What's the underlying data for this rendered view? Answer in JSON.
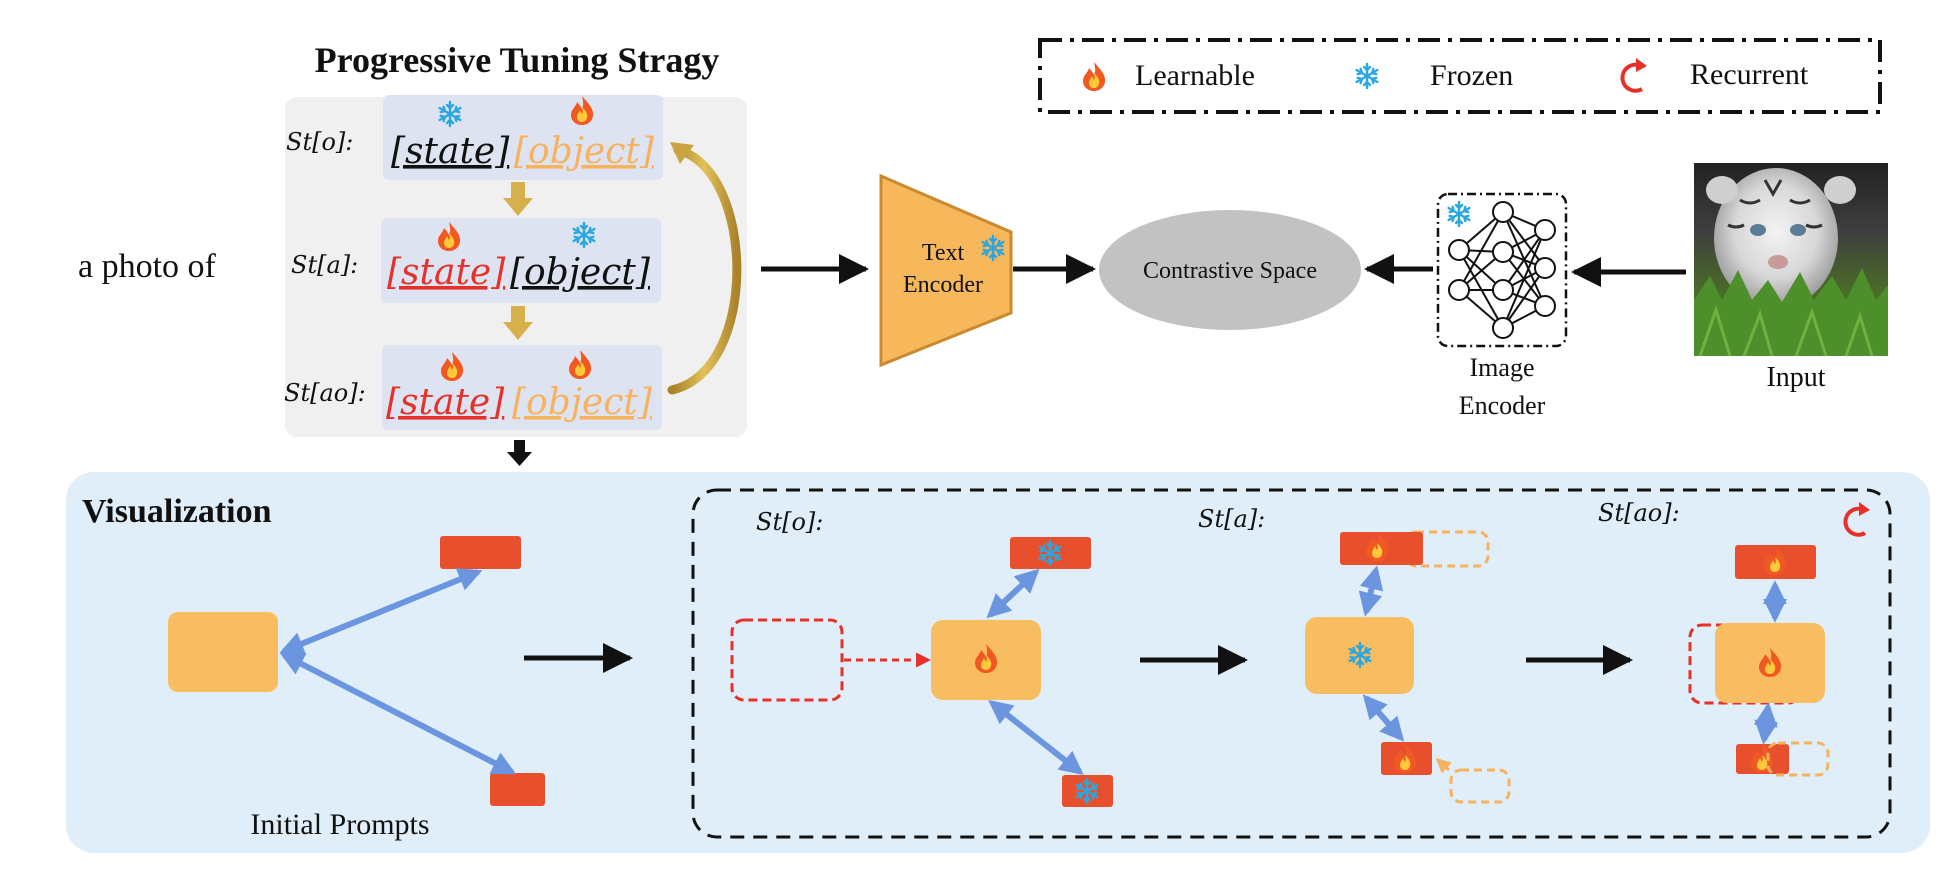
{
  "title": "Progressive Tuning Stragy",
  "legend": {
    "learnable": "Learnable",
    "frozen": "Frozen",
    "recurrent": "Recurrent"
  },
  "prefix": "a photo of",
  "prompts": {
    "rows": [
      {
        "label": "St[o]:",
        "state": "[state]",
        "object": "[object]"
      },
      {
        "label": "St[a]:",
        "state": "[state]",
        "object": "[object]"
      },
      {
        "label": "St[ao]:",
        "state": "[state]",
        "object": "[object]"
      }
    ]
  },
  "text_encoder": {
    "line1": "Text",
    "line2": "Encoder"
  },
  "contrastive_space": "Contrastive Space",
  "image_encoder": {
    "line1": "Image",
    "line2": "Encoder"
  },
  "input_label": "Input",
  "visualization": {
    "title": "Visualization",
    "initial_prompts": "Initial Prompts",
    "stage_labels": [
      "St[o]:",
      "St[a]:",
      "St[ao]:"
    ]
  },
  "colors": {
    "learnable_red": "#e6312b",
    "object_orange": "#f6b25e",
    "token_red": "#e8502d",
    "arrow_blue": "#6c95e0",
    "snowflake": "#2aa6e0",
    "panel_gray": "#f0f0f0",
    "row_bg": "#dde3f0",
    "viz_bg": "#dfeef8",
    "encoder_fill": "#f7b75b",
    "space_gray": "#c2c2c2",
    "gold": "#c9a43f"
  },
  "icons": [
    "fire-icon",
    "snowflake-icon",
    "recurrent-icon",
    "neural-network-icon",
    "tiger-photo"
  ]
}
